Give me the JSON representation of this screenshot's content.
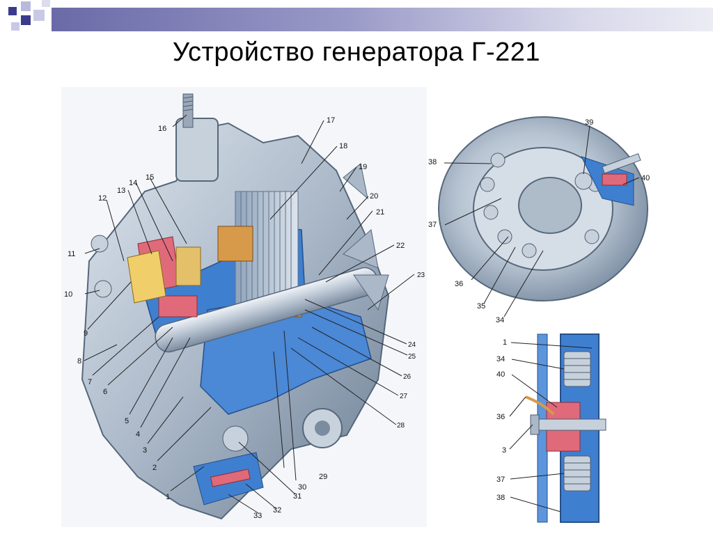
{
  "slide": {
    "title": "Устройство генератора Г-221"
  },
  "colors": {
    "deco_dark": "#3b3b8c",
    "deco_light": "#b9b9dc",
    "metal": "#b9c7d6",
    "section_blue": "#3f7fd0",
    "section_red": "#e06a7a",
    "winding_orange": "#d79a4a"
  },
  "main_labels": [
    "1",
    "2",
    "3",
    "4",
    "5",
    "6",
    "7",
    "8",
    "9",
    "10",
    "11",
    "12",
    "13",
    "14",
    "15",
    "16",
    "17",
    "18",
    "19",
    "20",
    "21",
    "22",
    "23",
    "24",
    "25",
    "26",
    "27",
    "28",
    "29",
    "30",
    "31",
    "32",
    "33"
  ],
  "cover_labels": [
    "34",
    "35",
    "36",
    "37",
    "38",
    "39",
    "40"
  ],
  "detail_labels": [
    "1",
    "34",
    "40",
    "36",
    "3",
    "37",
    "38"
  ]
}
